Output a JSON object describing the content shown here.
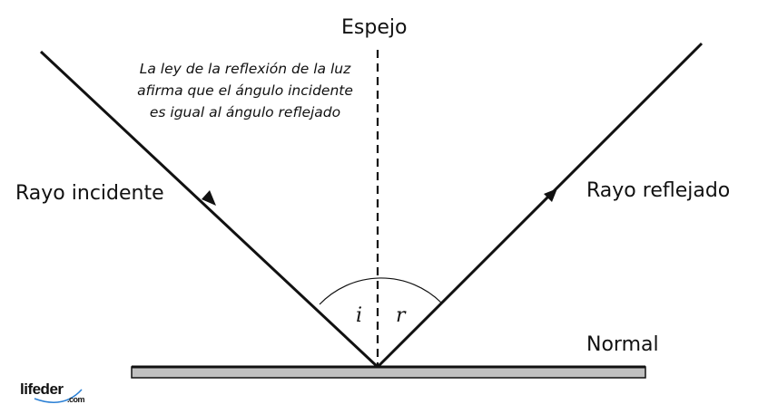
{
  "labels": {
    "mirror": "Espejo",
    "incident_ray": "Rayo incidente",
    "reflected_ray": "Rayo reflejado",
    "normal": "Normal",
    "angle_incident": "i",
    "angle_reflected": "r"
  },
  "note": "La ley de la reflexión de la luz afirma que el ángulo incidente es igual al ángulo reflejado",
  "logo": {
    "name": "lifeder",
    "suffix": ".com"
  },
  "colors": {
    "line": "#111111",
    "mirror_fill": "#c0c0c0",
    "logo_swoosh": "#2a7fd4"
  }
}
